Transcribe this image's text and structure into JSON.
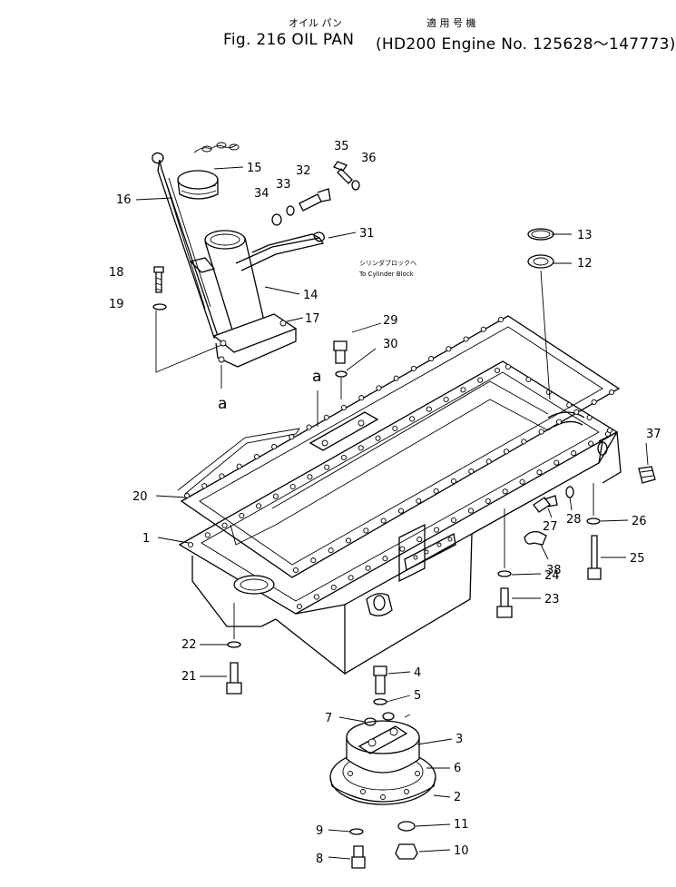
{
  "header": {
    "jp_title": "オイル パン",
    "jp_applicable": "適 用 号 機",
    "fig_title": "Fig. 216 OIL  PAN",
    "engine_info": "(HD200  Engine  No. 125628～147773)"
  },
  "annotations": {
    "cylinder_block_jp": "シリンダブロックへ",
    "cylinder_block_en": "To Cylinder Block",
    "ref_a": "a"
  },
  "callouts": [
    {
      "id": "c1",
      "label": "1"
    },
    {
      "id": "c2",
      "label": "2"
    },
    {
      "id": "c3",
      "label": "3"
    },
    {
      "id": "c4",
      "label": "4"
    },
    {
      "id": "c5",
      "label": "5"
    },
    {
      "id": "c6",
      "label": "6"
    },
    {
      "id": "c7",
      "label": "7"
    },
    {
      "id": "c8",
      "label": "8"
    },
    {
      "id": "c9",
      "label": "9"
    },
    {
      "id": "c10",
      "label": "10"
    },
    {
      "id": "c11",
      "label": "11"
    },
    {
      "id": "c12",
      "label": "12"
    },
    {
      "id": "c13",
      "label": "13"
    },
    {
      "id": "c14",
      "label": "14"
    },
    {
      "id": "c15",
      "label": "15"
    },
    {
      "id": "c16",
      "label": "16"
    },
    {
      "id": "c17",
      "label": "17"
    },
    {
      "id": "c18",
      "label": "18"
    },
    {
      "id": "c19",
      "label": "19"
    },
    {
      "id": "c20",
      "label": "20"
    },
    {
      "id": "c21",
      "label": "21"
    },
    {
      "id": "c22",
      "label": "22"
    },
    {
      "id": "c23",
      "label": "23"
    },
    {
      "id": "c24",
      "label": "24"
    },
    {
      "id": "c25",
      "label": "25"
    },
    {
      "id": "c26",
      "label": "26"
    },
    {
      "id": "c27",
      "label": "27"
    },
    {
      "id": "c28",
      "label": "28"
    },
    {
      "id": "c29",
      "label": "29"
    },
    {
      "id": "c30",
      "label": "30"
    },
    {
      "id": "c31",
      "label": "31"
    },
    {
      "id": "c32",
      "label": "32"
    },
    {
      "id": "c33",
      "label": "33"
    },
    {
      "id": "c34",
      "label": "34"
    },
    {
      "id": "c35",
      "label": "35"
    },
    {
      "id": "c36",
      "label": "36"
    },
    {
      "id": "c37",
      "label": "37"
    },
    {
      "id": "c38",
      "label": "38"
    }
  ]
}
